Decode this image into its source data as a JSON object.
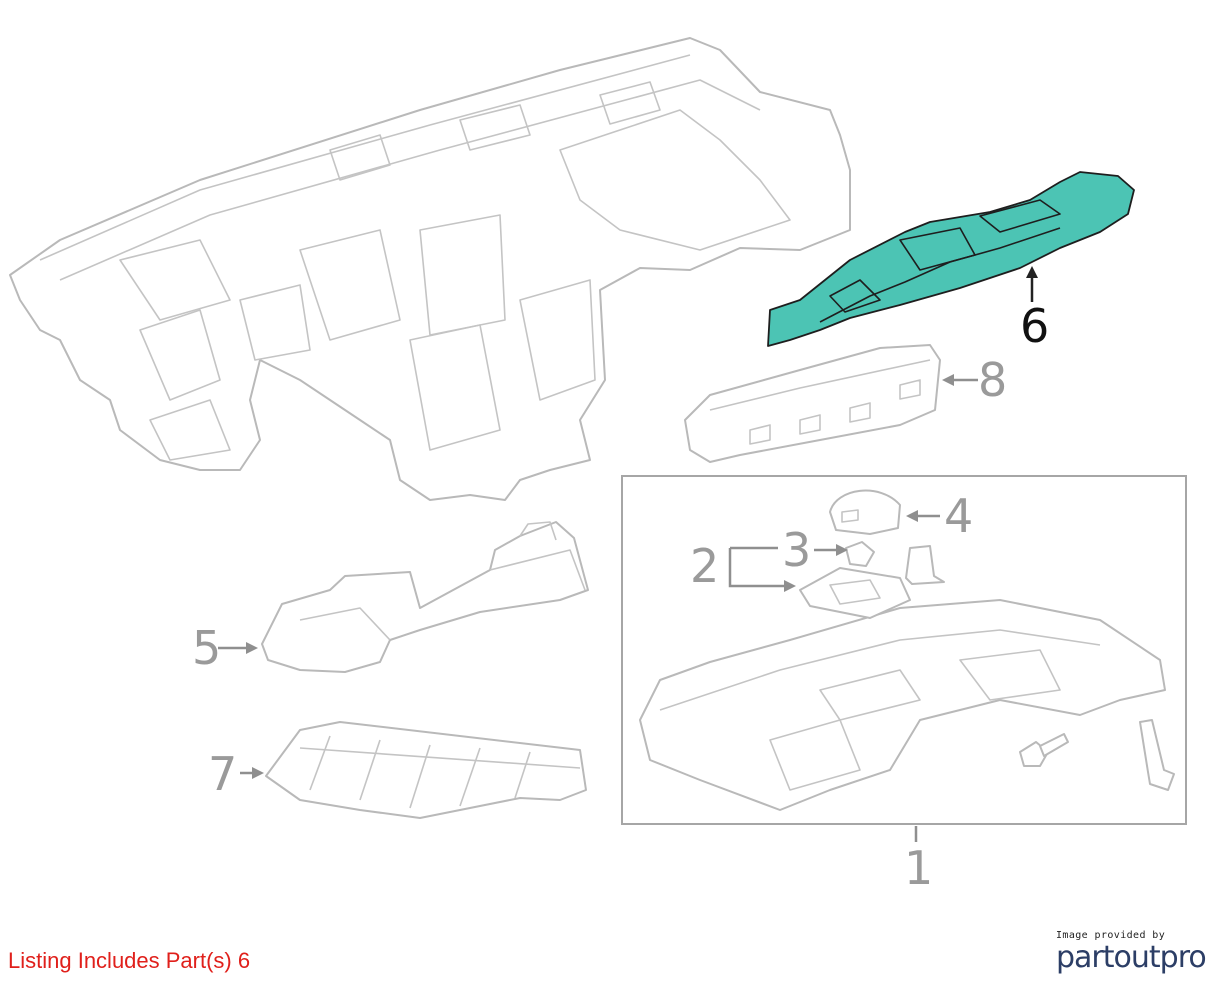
{
  "callouts": {
    "c1": "1",
    "c2": "2",
    "c3": "3",
    "c4": "4",
    "c5": "5",
    "c6": "6",
    "c7": "7",
    "c8": "8"
  },
  "highlighted_part": "6",
  "colors": {
    "highlight_fill": "#4cc4b4",
    "note_text": "#e0201b",
    "brand": "#2c3e66"
  },
  "note": "Listing Includes Part(s) 6",
  "credit": {
    "small": "Image provided by",
    "brand_a": "partout",
    "brand_b": "pro"
  }
}
